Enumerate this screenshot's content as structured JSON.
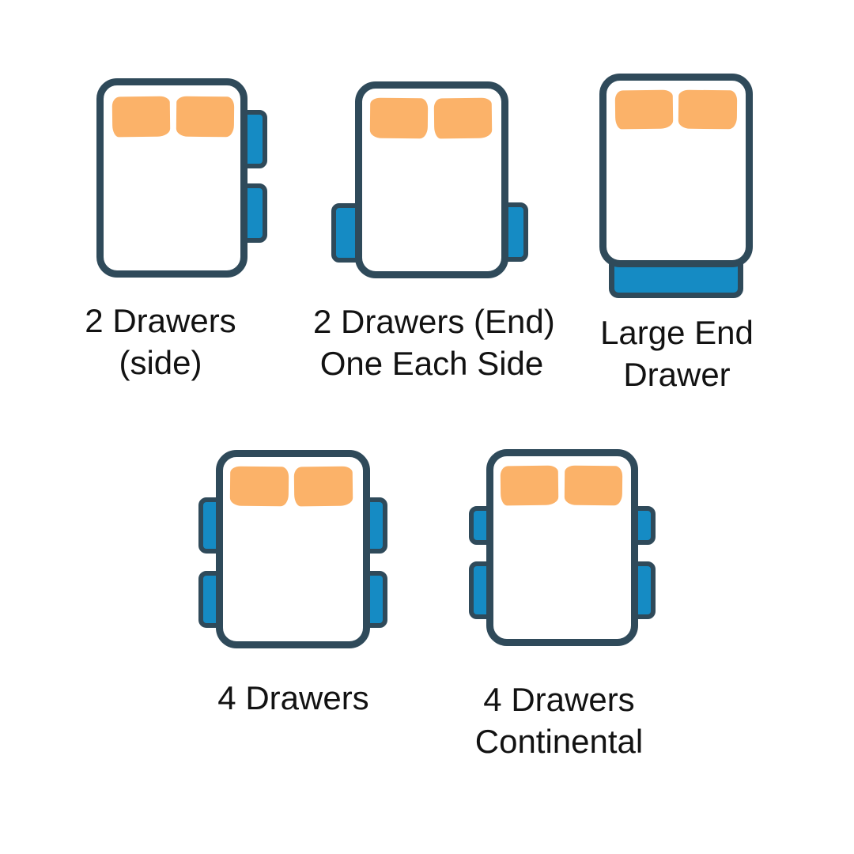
{
  "colors": {
    "background": "#ffffff",
    "outline": "#2f4a5a",
    "drawer_blue": "#158bc4",
    "pillow_orange": "#fbb269",
    "text": "#121212"
  },
  "figures": [
    {
      "name": "2-drawers-side",
      "label_lines": [
        "2 Drawers",
        "(side)"
      ],
      "drawer_count": 2,
      "drawer_placement": "right side"
    },
    {
      "name": "2-drawers-end-one-each-side",
      "label_lines": [
        "2 Drawers (End)",
        "One Each Side"
      ],
      "drawer_count": 2,
      "drawer_placement": "one at foot end of each side"
    },
    {
      "name": "large-end-drawer",
      "label_lines": [
        "Large End",
        "Drawer"
      ],
      "drawer_count": 1,
      "drawer_placement": "full-width at foot end"
    },
    {
      "name": "4-drawers",
      "label_lines": [
        "4 Drawers"
      ],
      "drawer_count": 4,
      "drawer_placement": "two on each side"
    },
    {
      "name": "4-drawers-continental",
      "label_lines": [
        "4 Drawers",
        "Continental"
      ],
      "drawer_count": 4,
      "drawer_placement": "two on each side, shorter upper drawers"
    }
  ]
}
